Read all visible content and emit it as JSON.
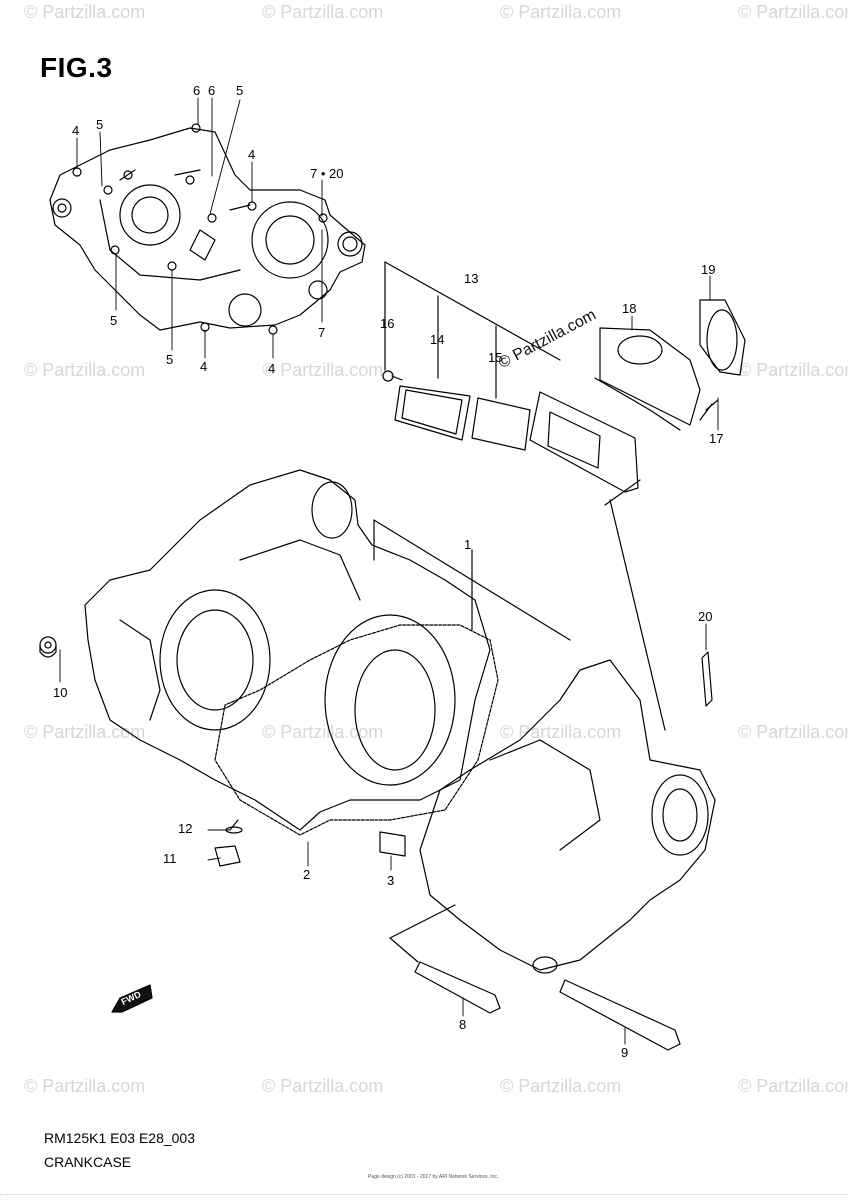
{
  "figure": {
    "title": "FIG.3",
    "code": "RM125K1 E03 E28_003",
    "name": "CRANKCASE",
    "fine_print": "Page design (c) 2001 - 2017 by ARI Network Services, Inc.",
    "fwd_label": "FWD",
    "watermark_logo": "© Partzilla.com"
  },
  "watermark": {
    "text": "© Partzilla.com"
  },
  "callouts": {
    "c4a": "4",
    "c5a": "5",
    "c6a": "6",
    "c6b": "6",
    "c5b": "5",
    "c4b": "4",
    "c7_20": "7 • 20",
    "c5c": "5",
    "c5d": "5",
    "c4c": "4",
    "c4d": "4",
    "c7": "7",
    "c13": "13",
    "c19": "19",
    "c16": "16",
    "c14": "14",
    "c18": "18",
    "c15": "15",
    "c17": "17",
    "c1": "1",
    "c20": "20",
    "c10": "10",
    "c12": "12",
    "c11": "11",
    "c2": "2",
    "c3": "3",
    "c8": "8",
    "c9": "9"
  }
}
